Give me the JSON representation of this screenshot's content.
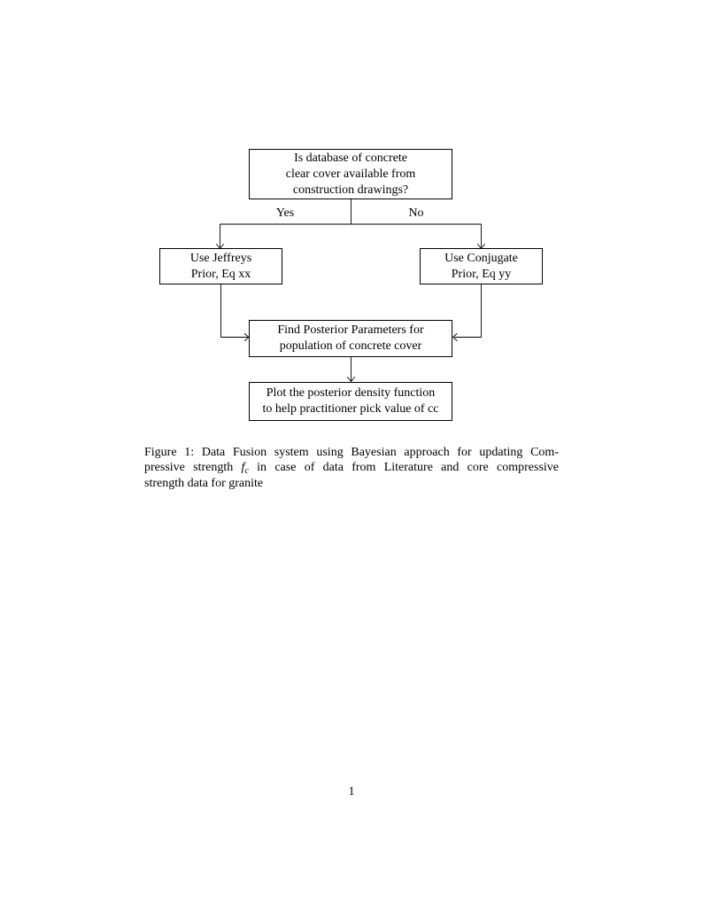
{
  "figure": {
    "nodes": {
      "question": {
        "lines": [
          "Is database of concrete",
          "clear cover available from",
          "construction drawings?"
        ]
      },
      "jeffreys": {
        "lines": [
          "Use Jeffreys",
          "Prior, Eq xx"
        ]
      },
      "conjugate": {
        "lines": [
          "Use Conjugate",
          "Prior, Eq yy"
        ]
      },
      "posterior": {
        "lines": [
          "Find Posterior Parameters for",
          "population of concrete cover"
        ]
      },
      "plot": {
        "lines": [
          "Plot the posterior density function",
          "to help practitioner pick value of cc"
        ]
      }
    },
    "edge_labels": {
      "yes": "Yes",
      "no": "No"
    }
  },
  "caption": {
    "line1": "Figure 1: Data Fusion system using Bayesian approach for updating Com-",
    "line2_pre": "pressive strength",
    "math_base": "f",
    "math_sub": "c",
    "line2_post": "in case of data from Literature and core compressive",
    "line3": "strength data for granite"
  },
  "page": {
    "number": "1"
  },
  "colors": {
    "ink": "#000000",
    "background": "#ffffff"
  }
}
